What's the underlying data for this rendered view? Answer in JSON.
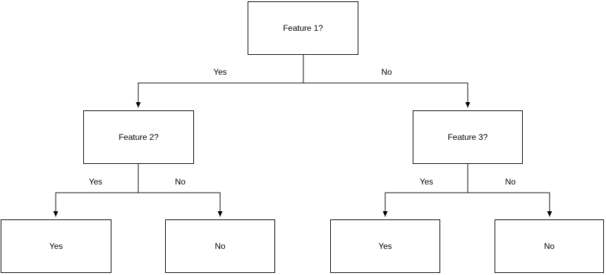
{
  "diagram": {
    "type": "decision-tree-flowchart",
    "colors": {
      "stroke": "#000000",
      "text": "#000000",
      "node_fill": "#ffffff",
      "background": "#ffffff"
    },
    "nodes": [
      {
        "id": "feature1",
        "label": "Feature 1?",
        "role": "root-decision"
      },
      {
        "id": "feature2",
        "label": "Feature 2?",
        "role": "decision"
      },
      {
        "id": "feature3",
        "label": "Feature 3?",
        "role": "decision"
      },
      {
        "id": "leaf-left-yes",
        "label": "Yes",
        "role": "leaf"
      },
      {
        "id": "leaf-left-no",
        "label": "No",
        "role": "leaf"
      },
      {
        "id": "leaf-right-yes",
        "label": "Yes",
        "role": "leaf"
      },
      {
        "id": "leaf-right-no",
        "label": "No",
        "role": "leaf"
      }
    ],
    "edges": [
      {
        "from": "feature1",
        "to": "feature2",
        "label": "Yes"
      },
      {
        "from": "feature1",
        "to": "feature3",
        "label": "No"
      },
      {
        "from": "feature2",
        "to": "leaf-left-yes",
        "label": "Yes"
      },
      {
        "from": "feature2",
        "to": "leaf-left-no",
        "label": "No"
      },
      {
        "from": "feature3",
        "to": "leaf-right-yes",
        "label": "Yes"
      },
      {
        "from": "feature3",
        "to": "leaf-right-no",
        "label": "No"
      }
    ]
  }
}
